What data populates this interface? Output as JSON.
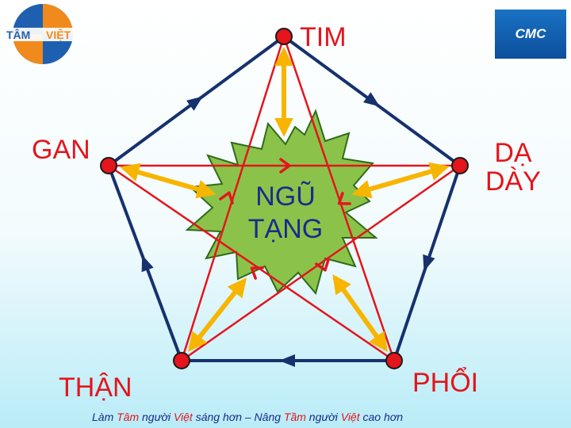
{
  "organs": {
    "tim": "TIM",
    "gan": "GAN",
    "daday": [
      "DẠ",
      "DÀY"
    ],
    "than": "THẬN",
    "phoi": "PHỔI"
  },
  "center": [
    "NGŨ",
    "TẠNG"
  ],
  "footer": {
    "p1": "Làm ",
    "p2": "Tâm",
    "p3": " người ",
    "p4": "Việt",
    "p5": " sáng hơn – Nâng ",
    "p6": "Tầm",
    "p7": " người ",
    "p8": "Việt",
    "p9": " cao hơn"
  },
  "logos": {
    "left": [
      "TÂM",
      "VIỆT"
    ],
    "right": "CMC"
  },
  "colors": {
    "outer_cycle": "#16316e",
    "inner_star": "#e4151c",
    "center_arrows": "#f7b500",
    "center_shape": "#8bc34a",
    "node": "#e4151c",
    "label": "#e4151c",
    "center_text": "#1a2b8c"
  }
}
